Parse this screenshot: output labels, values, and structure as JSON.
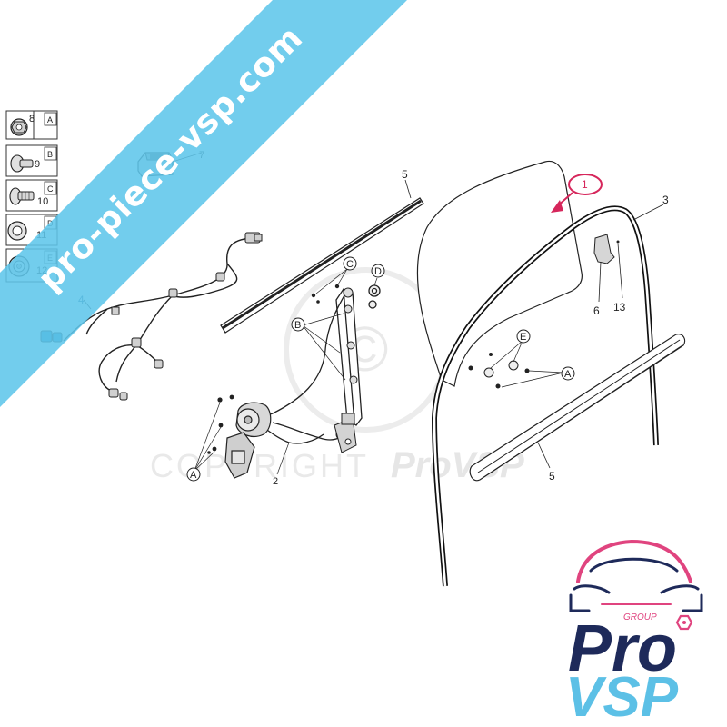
{
  "banner": {
    "text": "pro-piece-vsp.com"
  },
  "legend": [
    {
      "number": "8",
      "letter": "A",
      "icon": "hex-nut-flange-icon"
    },
    {
      "number": "9",
      "letter": "B",
      "icon": "rivet-nut-icon"
    },
    {
      "number": "10",
      "letter": "C",
      "icon": "bolt-icon"
    },
    {
      "number": "11",
      "letter": "D",
      "icon": "grommet-icon"
    },
    {
      "number": "12",
      "letter": "E",
      "icon": "rubber-plug-icon"
    }
  ],
  "part_labels": {
    "p1": "1",
    "p2": "2",
    "p3": "3",
    "p4": "4",
    "p5_top": "5",
    "p5_bottom": "5",
    "p6": "6",
    "p7": "7",
    "p13": "13"
  },
  "letter_callouts": {
    "a_bottom_left": "A",
    "a_right": "A",
    "b": "B",
    "c": "C",
    "d": "D",
    "e": "E"
  },
  "watermark": {
    "copyright_text": "COPYRIGHT",
    "brand_text": "ProVSP",
    "symbol": "©"
  },
  "logo": {
    "group_text": "GROUP",
    "pro_text": "Pro",
    "vsp_text": "VSP"
  },
  "colors": {
    "banner": "#5ec6ea",
    "highlight": "#d6265b",
    "logo_navy": "#1e2a5a",
    "logo_cyan": "#5cc0e6",
    "logo_pink": "#e0447f"
  }
}
